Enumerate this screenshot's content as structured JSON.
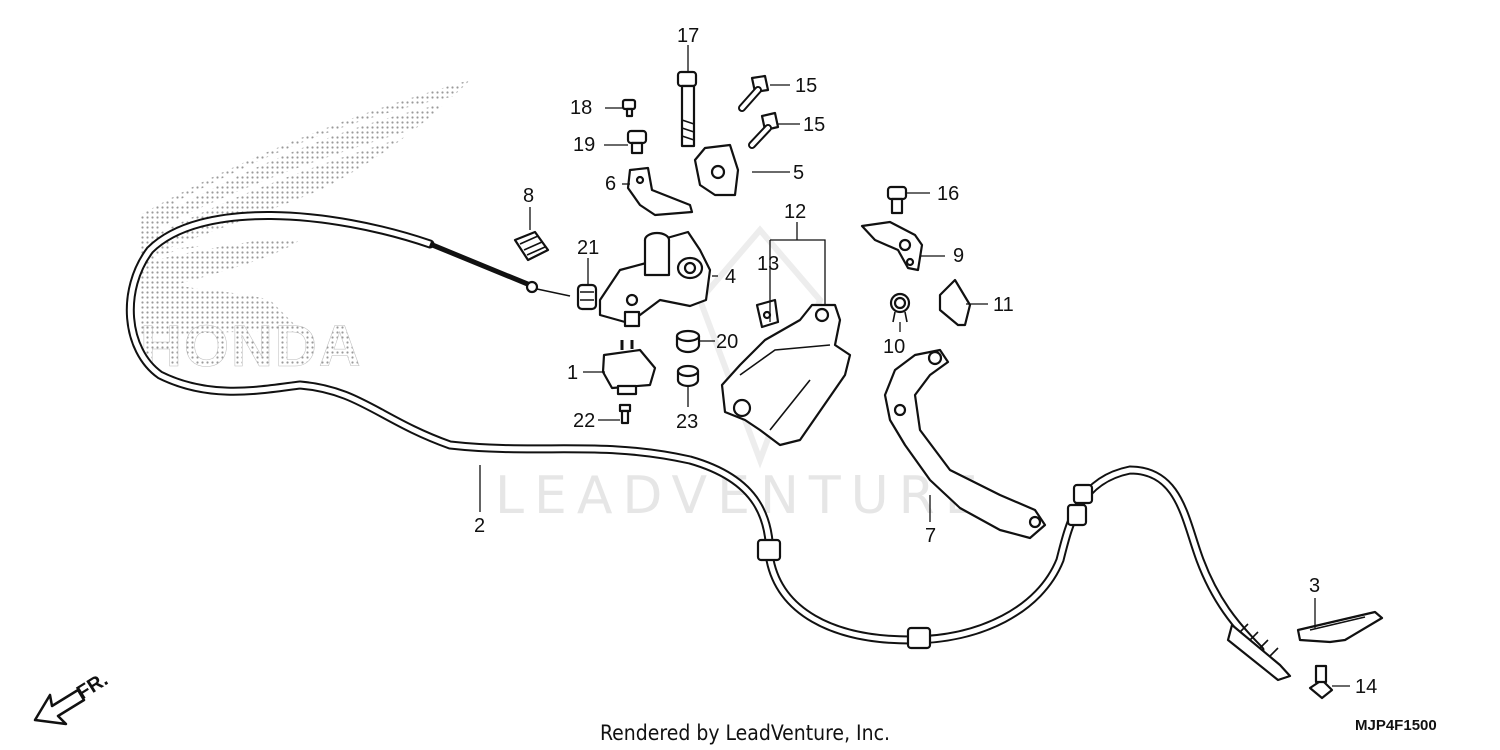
{
  "diagram": {
    "watermark_text": "LEADVENTURE",
    "logo_text": "HONDA",
    "direction_label": "FR.",
    "footer_text": "Rendered by LeadVenture, Inc.",
    "diagram_code": "MJP4F1500",
    "callouts": {
      "c1": "1",
      "c2": "2",
      "c3": "3",
      "c4": "4",
      "c5": "5",
      "c6": "6",
      "c7": "7",
      "c8": "8",
      "c9": "9",
      "c10": "10",
      "c11": "11",
      "c12": "12",
      "c13": "13",
      "c14": "14",
      "c15a": "15",
      "c15b": "15",
      "c16": "16",
      "c17": "17",
      "c18": "18",
      "c19": "19",
      "c20": "20",
      "c21": "21",
      "c22": "22",
      "c23": "23"
    }
  }
}
